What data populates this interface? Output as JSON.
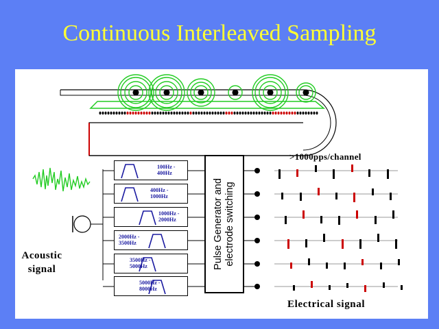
{
  "title": "Continuous Interleaved Sampling",
  "labels": {
    "acoustic_signal": "Acoustic signal",
    "pulse_rate": ">1000pps/channel",
    "pulse_generator": "Pulse Generator and\nelectrode switching",
    "electrical_signal": "Electrical signal"
  },
  "filters": [
    {
      "text": "100Hz -\n400Hz"
    },
    {
      "text": "400Hz -\n1000Hz"
    },
    {
      "text": "1000Hz -\n2000Hz"
    },
    {
      "text": "2000Hz -\n3500Hz"
    },
    {
      "text": "3500Hz -\n5000Hz"
    },
    {
      "text": "5000Hz -\n8000Hz"
    }
  ],
  "colors": {
    "background": "#5c7ff5",
    "title": "#ffff33",
    "electrode_field": "#22cc22",
    "pulse_red": "#cc0000",
    "filter_text": "#1a1aa0"
  }
}
